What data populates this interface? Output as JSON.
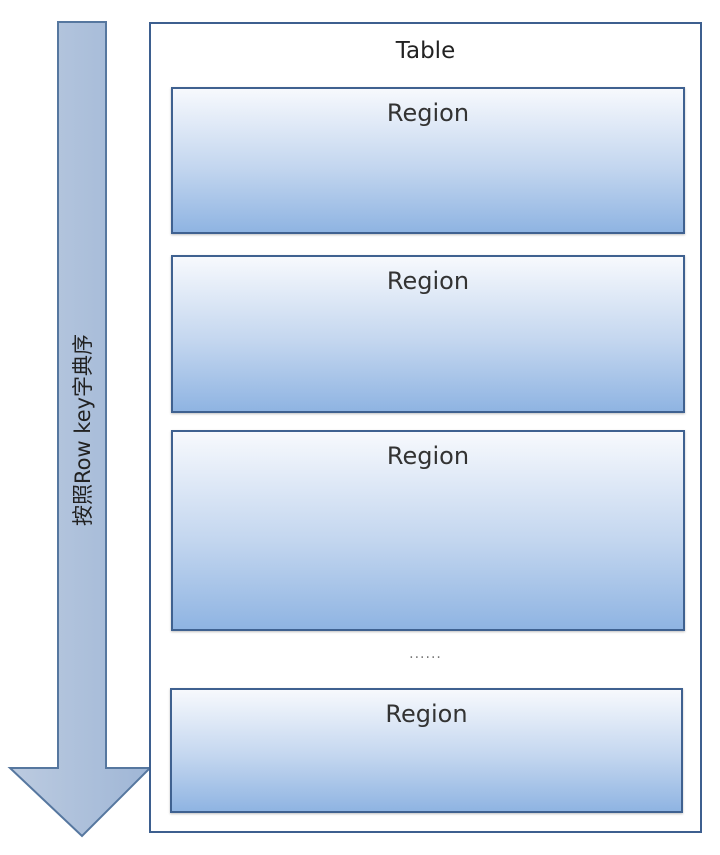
{
  "arrow_label": "按照Row key字典序",
  "table": {
    "title": "Table",
    "regions": [
      "Region",
      "Region",
      "Region",
      "Region"
    ],
    "ellipsis": "......"
  },
  "colors": {
    "border": "#3d5f8f",
    "arrow_fill": "#a9bfda",
    "region_bottom": "#8fb4e2"
  }
}
